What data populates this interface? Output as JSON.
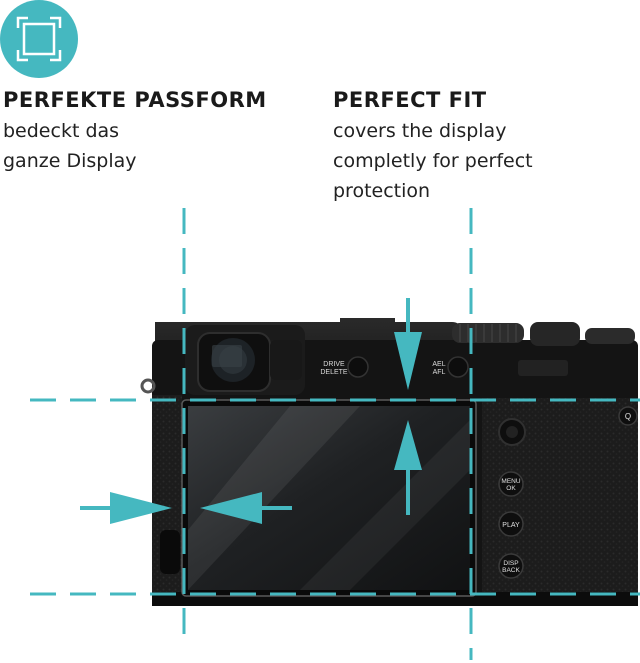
{
  "accent_color": "#45b8c0",
  "icon": "fit-frame-icon",
  "left_block": {
    "heading": "PERFEKTE PASSFORM",
    "lines": [
      "bedeckt das",
      "ganze Display"
    ]
  },
  "right_block": {
    "heading": "PERFECT FIT",
    "lines": [
      "covers the display",
      "completly for perfect",
      "protection"
    ]
  },
  "camera_labels": {
    "drive": "DRIVE",
    "delete": "DELETE",
    "ael": "AEL",
    "afl": "AFL",
    "menu": "MENU",
    "ok": "OK",
    "play": "PLAY",
    "disp": "DISP",
    "back": "BACK",
    "q": "Q"
  }
}
